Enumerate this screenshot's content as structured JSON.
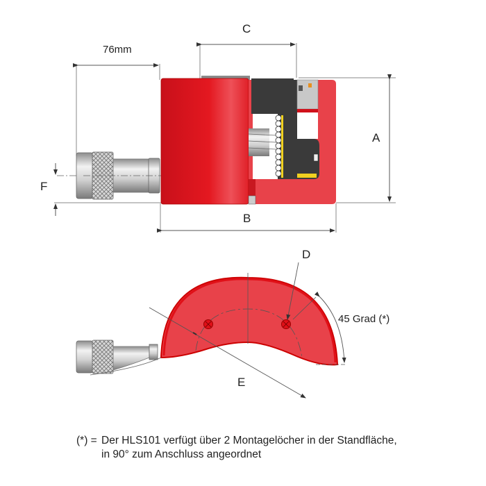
{
  "diagram": {
    "title": "HLS101 hydraulic cylinder dimension drawing",
    "side_view": {
      "dimensions": {
        "coupler_length": "76mm",
        "A": "A",
        "B": "B",
        "C": "C",
        "F": "F"
      }
    },
    "top_view": {
      "dimensions": {
        "D": "D",
        "E": "E",
        "angle": "45 Grad (*)"
      }
    },
    "footnote": {
      "marker": "(*) =",
      "line1": "Der HLS101 verfügt über 2 Montagelöcher in der Standfläche,",
      "line2": "in 90° zum Anschluss angeordnet"
    },
    "colors": {
      "body_red": "#e0101a",
      "body_red_light": "#e84048",
      "piston_dark": "#3a3a3a",
      "seal_yellow": "#f0d020",
      "metal_gray": "#c8c8c8",
      "dimension_line": "#555555"
    }
  }
}
